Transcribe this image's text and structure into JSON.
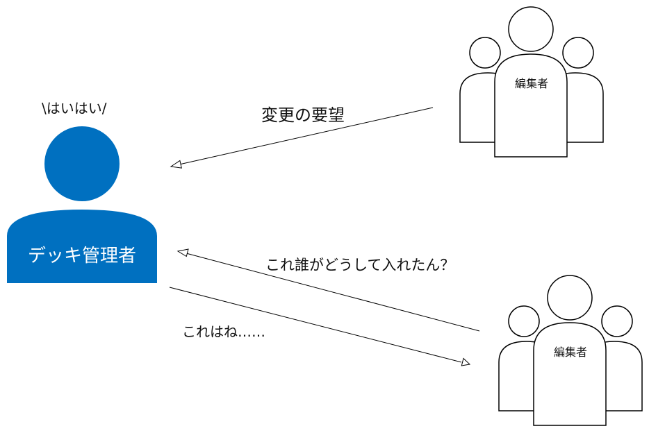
{
  "admin": {
    "speech": "\\はいはい/",
    "label": "デッキ管理者",
    "color": "#0070c0"
  },
  "editor_top": {
    "label": "編集者"
  },
  "editor_bottom": {
    "label": "編集者"
  },
  "arrows": {
    "request": "変更の要望",
    "question": "これ誰がどうして入れたん？",
    "answer": "これはね……"
  }
}
